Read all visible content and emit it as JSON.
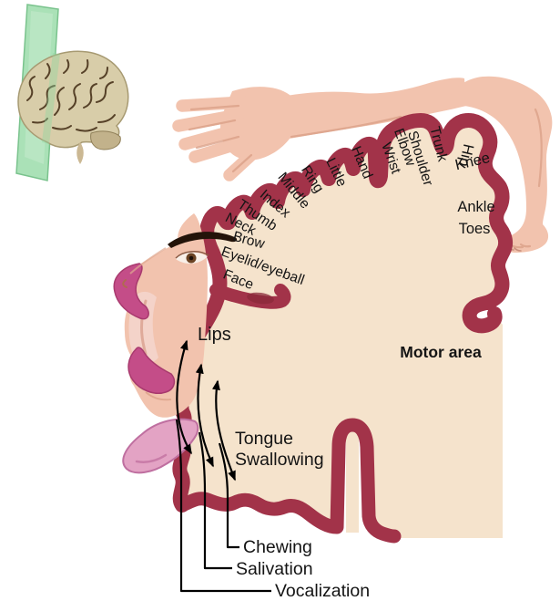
{
  "figure_name": "motor-area-homunculus-diagram",
  "rim_labels": {
    "trunk": "Trunk",
    "shoulder": "Shoulder",
    "elbow": "Elbow",
    "wrist": "Wrist",
    "hand": "Hand",
    "little": "Little",
    "ring": "Ring",
    "middle": "Middle",
    "index": "Index",
    "thumb": "Thumb",
    "neck": "Neck",
    "brow": "Brow",
    "eyelid": "Eyelid/eyeball",
    "face": "Face",
    "hip": "Hip",
    "knee": "Knee",
    "ankle": "Ankle",
    "toes": "Toes"
  },
  "inner_labels": {
    "lips": "Lips",
    "tongue": "Tongue",
    "swallowing": "Swallowing",
    "motor_area": "Motor area"
  },
  "callouts": {
    "chewing": "Chewing",
    "salivation": "Salivation",
    "vocalization": "Vocalization"
  },
  "icons": {
    "brain_inset": "brain-with-coronal-section-plane"
  },
  "colors": {
    "background": "#ffffff",
    "cortex_fill": "#f5e3cc",
    "cortex_border": "#a23349",
    "sulcus_inner": "#8a2a3a",
    "skin": "#f2c3ae",
    "skin_shadow": "#dba188",
    "lip": "#c44d88",
    "lip_dark": "#a83a6e",
    "mouth_interior": "#f4d3c9",
    "tongue": "#e3a3c4",
    "tongue_dark": "#bf6fa0",
    "plane_green": "#a3dfb1",
    "plane_edge": "#6fbe84",
    "brain": "#d8cda9",
    "brain_crevice": "#564128",
    "text": "#141414",
    "line": "#000000"
  }
}
